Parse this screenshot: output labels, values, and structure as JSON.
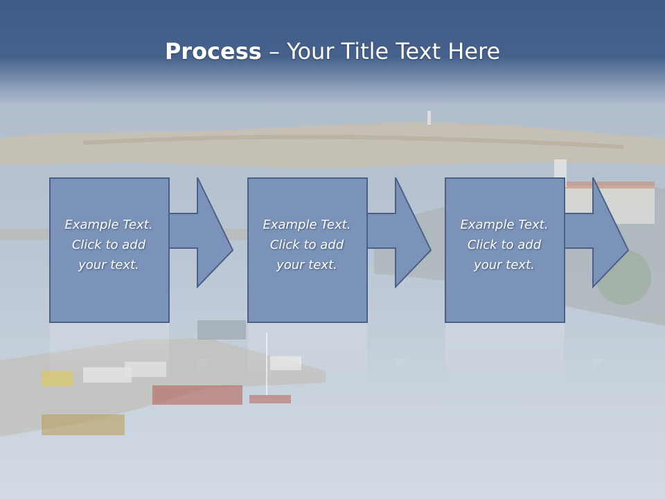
{
  "slide": {
    "title_bold": "Process",
    "title_rest": " – Your Title Text Here"
  },
  "steps": [
    {
      "line1": "Example Text.",
      "line2": "Click  to add",
      "line3": "your text."
    },
    {
      "line1": "Example Text.",
      "line2": "Click  to add",
      "line3": "your text."
    },
    {
      "line1": "Example Text.",
      "line2": "Click  to add",
      "line3": "your text."
    }
  ],
  "colors": {
    "title_band": "#3e5a86",
    "box_fill": "#7b93b9",
    "box_stroke": "#4a6086",
    "water": "#c9d3de"
  },
  "icons": [
    "right-arrow-icon"
  ]
}
